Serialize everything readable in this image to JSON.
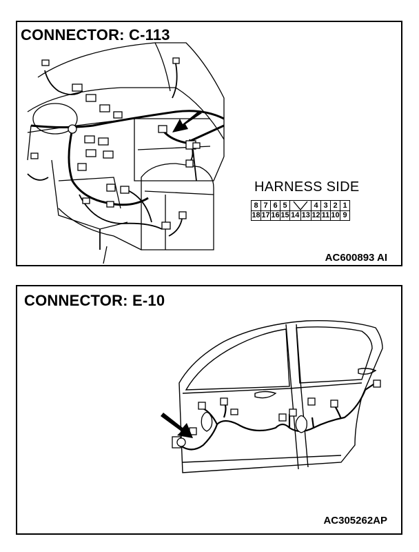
{
  "panels": [
    {
      "title": "CONNECTOR: C-113",
      "code": "AC600893 AI",
      "harness_side": "HARNESS SIDE",
      "connector": {
        "top_row": [
          "8",
          "7",
          "6",
          "5",
          "",
          "4",
          "3",
          "2",
          "1"
        ],
        "bottom_row": [
          "18",
          "17",
          "16",
          "15",
          "14",
          "13",
          "12",
          "11",
          "10",
          "9"
        ]
      }
    },
    {
      "title": "CONNECTOR: E-10",
      "code": "AC305262AP"
    }
  ]
}
